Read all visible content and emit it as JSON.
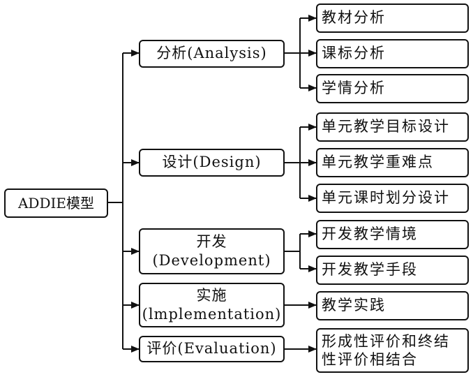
{
  "root": {
    "label": "ADDIE模型"
  },
  "phases": [
    {
      "lines": [
        "分析(Analysis)"
      ]
    },
    {
      "lines": [
        "设计(Design)"
      ]
    },
    {
      "lines": [
        "开发",
        "(Development)"
      ]
    },
    {
      "lines": [
        "实施",
        "(lmplementation)"
      ]
    },
    {
      "lines": [
        "评价(Evaluation)"
      ]
    }
  ],
  "tasks": {
    "analysis": [
      "教材分析",
      "课标分析",
      "学情分析"
    ],
    "design": [
      "单元教学目标设计",
      "单元教学重难点",
      "单元课时划分设计"
    ],
    "development": [
      "开发教学情境",
      "开发教学手段"
    ],
    "implementation": [
      "教学实践"
    ],
    "evaluation": [
      "形成性评价和终结",
      "性评价相结合"
    ]
  }
}
